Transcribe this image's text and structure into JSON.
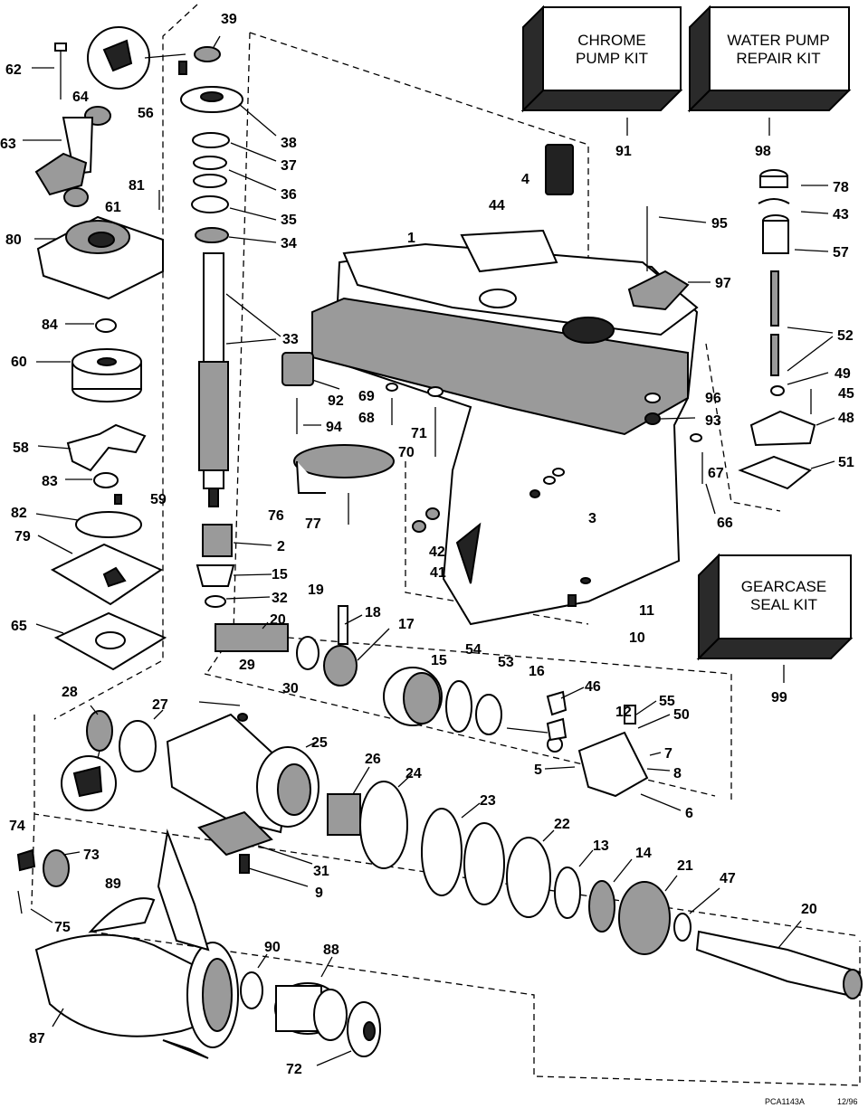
{
  "kits": [
    {
      "id": "chrome-pump-kit",
      "line1": "CHROME",
      "line2": "PUMP KIT",
      "ref": "91"
    },
    {
      "id": "water-pump-repair-kit",
      "line1": "WATER PUMP",
      "line2": "REPAIR KIT",
      "ref": "98"
    },
    {
      "id": "gearcase-seal-kit",
      "line1": "GEARCASE",
      "line2": "SEAL KIT",
      "ref": "99"
    }
  ],
  "callouts": {
    "c39": "39",
    "c62": "62",
    "c56": "56",
    "c64": "64",
    "c38": "38",
    "c63": "63",
    "c37": "37",
    "c81": "81",
    "c36": "36",
    "c61": "61",
    "c35": "35",
    "c80": "80",
    "c34": "34",
    "c84": "84",
    "c33": "33",
    "c60": "60",
    "c58": "58",
    "c83": "83",
    "c59": "59",
    "c82": "82",
    "c79": "79",
    "c65": "65",
    "c2": "2",
    "c15a": "15",
    "c32": "32",
    "c19": "19",
    "c18": "18",
    "c20a": "20",
    "c17": "17",
    "c29": "29",
    "c30": "30",
    "c28": "28",
    "c27": "27",
    "c25": "25",
    "c26": "26",
    "c24": "24",
    "c74": "74",
    "c73": "73",
    "c89": "89",
    "c75": "75",
    "c87": "87",
    "c90": "90",
    "c88": "88",
    "c72": "72",
    "c31": "31",
    "c9": "9",
    "c23": "23",
    "c22": "22",
    "c13": "13",
    "c14": "14",
    "c21": "21",
    "c47": "47",
    "c20b": "20",
    "c4": "4",
    "c44": "44",
    "c1": "1",
    "c95": "95",
    "c97": "97",
    "c92": "92",
    "c69": "69",
    "c68": "68",
    "c94": "94",
    "c71": "71",
    "c70": "70",
    "c76": "76",
    "c77": "77",
    "c3": "3",
    "c42": "42",
    "c41": "41",
    "c11": "11",
    "c10": "10",
    "c96": "96",
    "c93": "93",
    "c67": "67",
    "c66": "66",
    "c78": "78",
    "c43": "43",
    "c57": "57",
    "c52": "52",
    "c49": "49",
    "c45": "45",
    "c48": "48",
    "c51": "51",
    "c15b": "15",
    "c54": "54",
    "c53": "53",
    "c16": "16",
    "c46": "46",
    "c55": "55",
    "c12": "12",
    "c50": "50",
    "c7": "7",
    "c5": "5",
    "c8": "8",
    "c6": "6"
  },
  "footer": {
    "code": "PCA1143A",
    "date": "12/96"
  }
}
